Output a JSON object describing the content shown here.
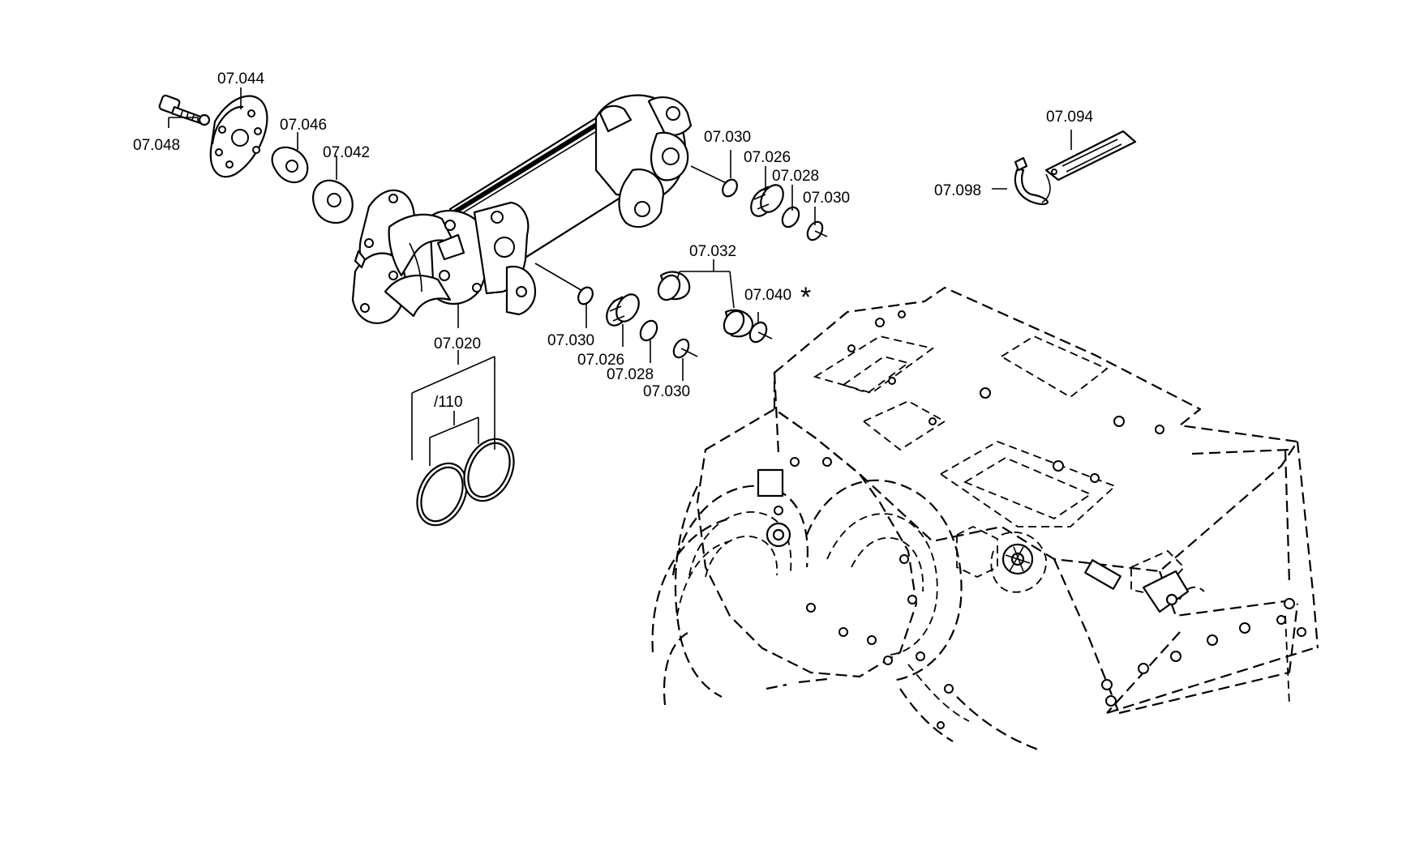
{
  "labels": {
    "p07_044": "07.044",
    "p07_048": "07.048",
    "p07_046": "07.046",
    "p07_042": "07.042",
    "p07_020": "07.020",
    "p110": "/110",
    "p07_030_a": "07.030",
    "p07_026_a": "07.026",
    "p07_028_a": "07.028",
    "p07_030_b": "07.030",
    "p07_032": "07.032",
    "p07_040": "07.040",
    "star": "*",
    "p07_030_c": "07.030",
    "p07_026_b": "07.026",
    "p07_028_b": "07.028",
    "p07_030_d": "07.030",
    "p07_094": "07.094",
    "p07_098": "07.098"
  }
}
